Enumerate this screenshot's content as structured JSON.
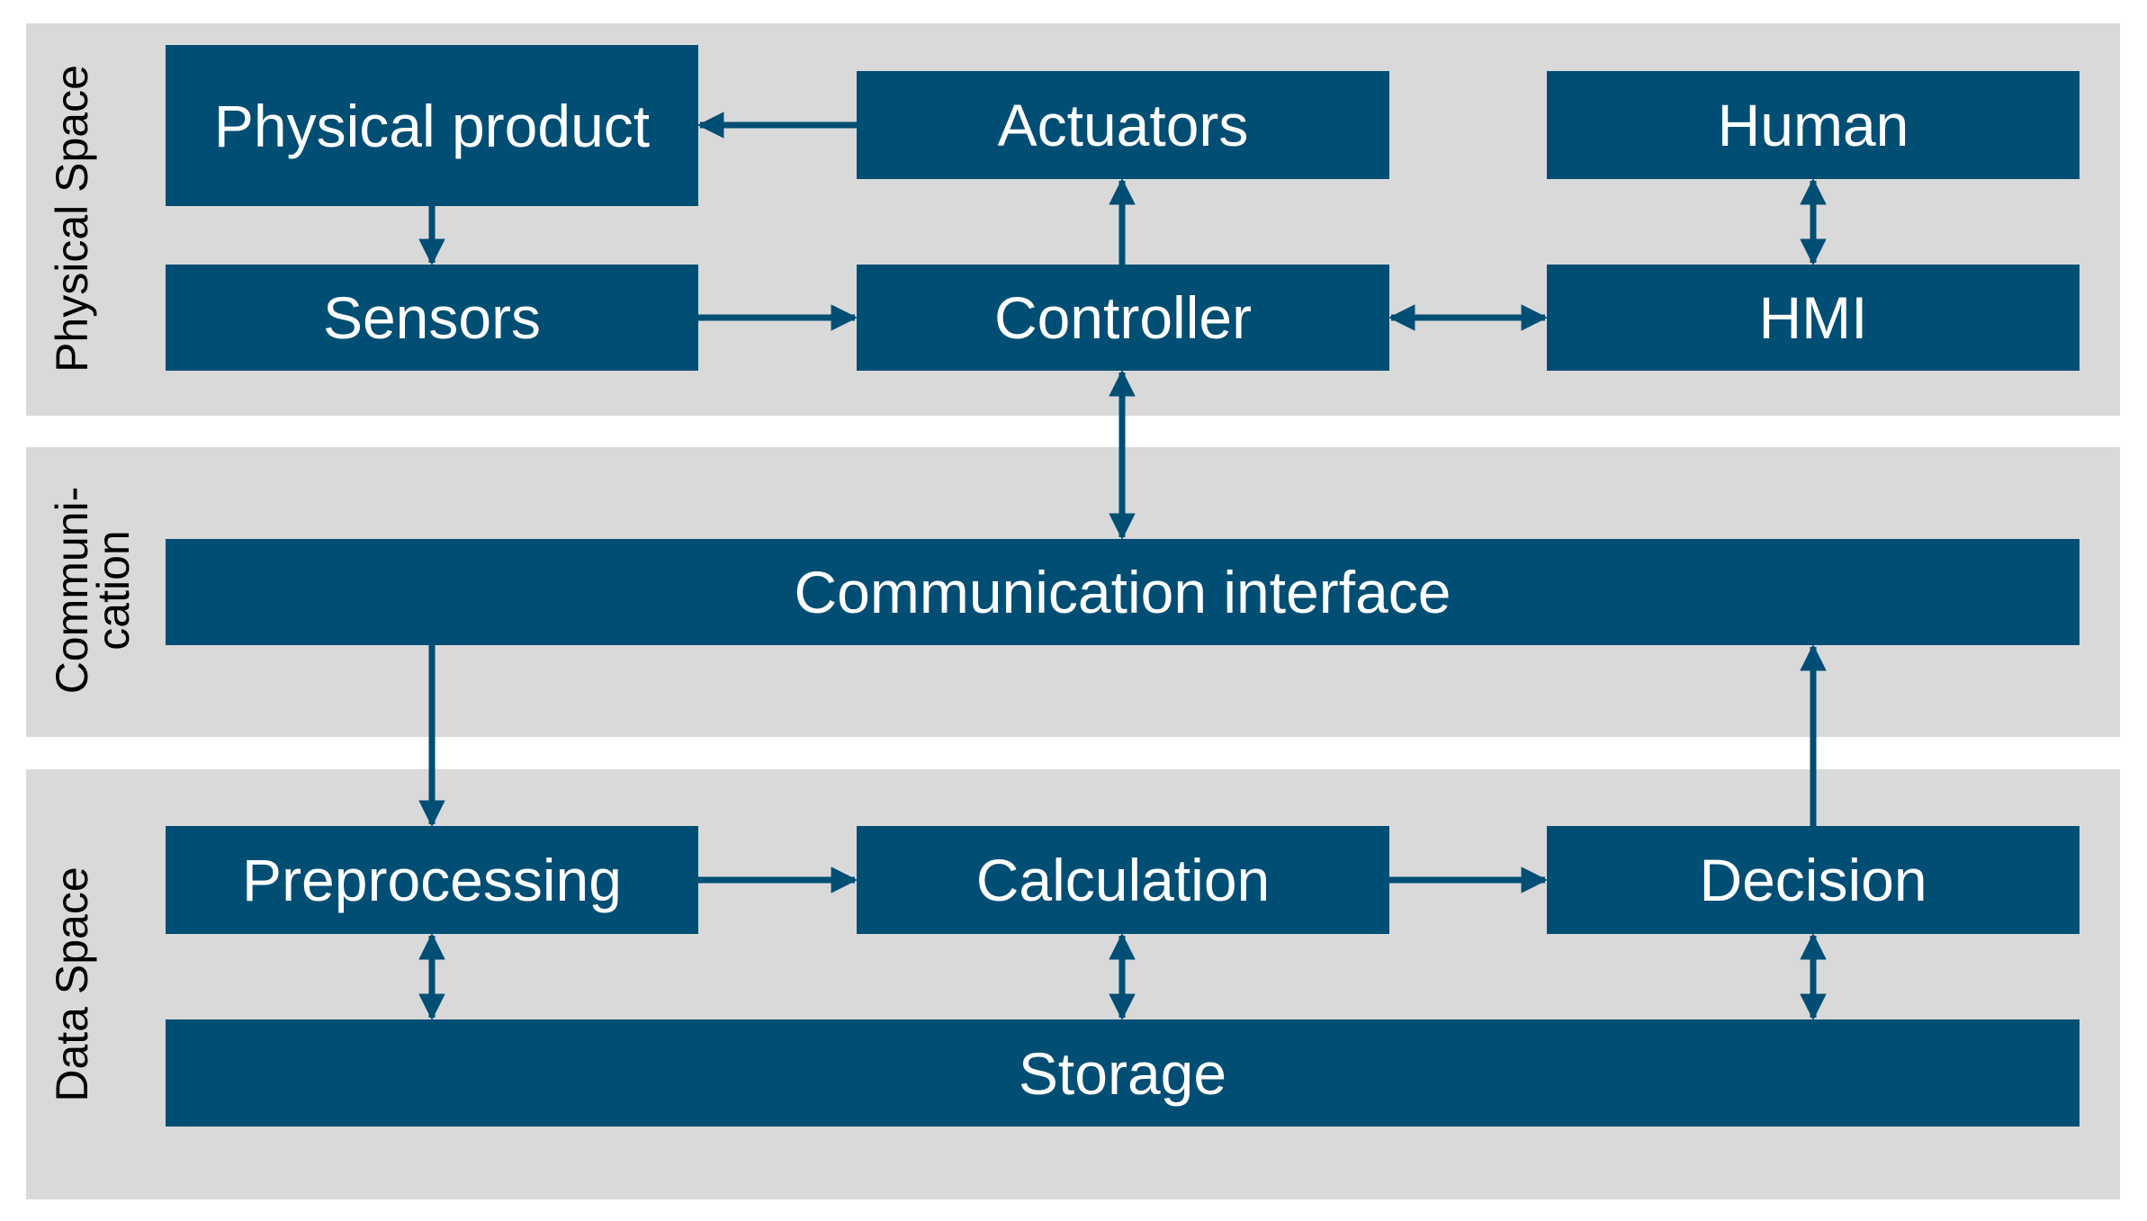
{
  "bands": {
    "physical": {
      "label": "Physical Space"
    },
    "communication": {
      "label_line1": "Communi-",
      "label_line2": "cation"
    },
    "data": {
      "label": "Data Space"
    }
  },
  "nodes": {
    "physical_product": "Physical product",
    "actuators": "Actuators",
    "human": "Human",
    "sensors": "Sensors",
    "controller": "Controller",
    "hmi": "HMI",
    "communication_interface": "Communication interface",
    "preprocessing": "Preprocessing",
    "calculation": "Calculation",
    "decision": "Decision",
    "storage": "Storage"
  },
  "colors": {
    "node_fill": "#004e74",
    "node_text": "#ffffff",
    "band_fill": "#d9d9d9",
    "arrow": "#004e74"
  },
  "edges": [
    {
      "from": "actuators",
      "to": "physical_product",
      "type": "arrow"
    },
    {
      "from": "physical_product",
      "to": "sensors",
      "type": "arrow"
    },
    {
      "from": "sensors",
      "to": "controller",
      "type": "arrow"
    },
    {
      "from": "controller",
      "to": "actuators",
      "type": "arrow"
    },
    {
      "from": "controller",
      "to": "hmi",
      "type": "bidirectional"
    },
    {
      "from": "human",
      "to": "hmi",
      "type": "bidirectional"
    },
    {
      "from": "controller",
      "to": "communication_interface",
      "type": "bidirectional"
    },
    {
      "from": "communication_interface",
      "to": "preprocessing",
      "type": "arrow"
    },
    {
      "from": "preprocessing",
      "to": "calculation",
      "type": "arrow"
    },
    {
      "from": "calculation",
      "to": "decision",
      "type": "arrow"
    },
    {
      "from": "decision",
      "to": "communication_interface",
      "type": "arrow"
    },
    {
      "from": "preprocessing",
      "to": "storage",
      "type": "bidirectional"
    },
    {
      "from": "calculation",
      "to": "storage",
      "type": "bidirectional"
    },
    {
      "from": "decision",
      "to": "storage",
      "type": "bidirectional"
    }
  ]
}
